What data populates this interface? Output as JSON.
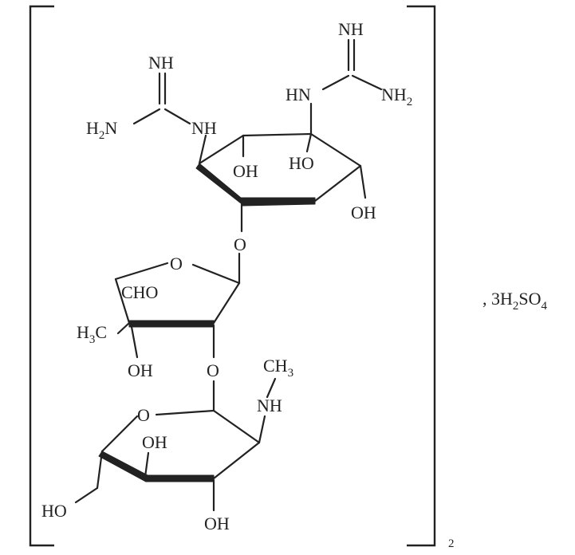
{
  "labels": {
    "nh_top_right": "NH",
    "hn_right": "HN",
    "nh2_right": "NH",
    "nh2_right_sub": "2",
    "nh_top_left": "NH",
    "h2n_left_h": "H",
    "h2n_left_sub": "2",
    "h2n_left_n": "N",
    "nh_left": "NH",
    "oh_ring1_a": "OH",
    "ho_ring1_b": "HO",
    "oh_ring1_c": "OH",
    "o_link1": "O",
    "o_ring2": "O",
    "cho": "CHO",
    "h3c_h": "H",
    "h3c_sub": "3",
    "h3c_c": "C",
    "oh_ring2": "OH",
    "o_link2": "O",
    "ch3_ch": "CH",
    "ch3_sub": "3",
    "nh_methyl": "NH",
    "o_ring3": "O",
    "oh_ring3_a": "OH",
    "ho_ring3_b": "HO",
    "oh_ring3_c": "OH"
  },
  "salt": {
    "prefix": ", 3H",
    "sub1": "2",
    "mid": "SO",
    "sub2": "4"
  },
  "multiplier": "2"
}
